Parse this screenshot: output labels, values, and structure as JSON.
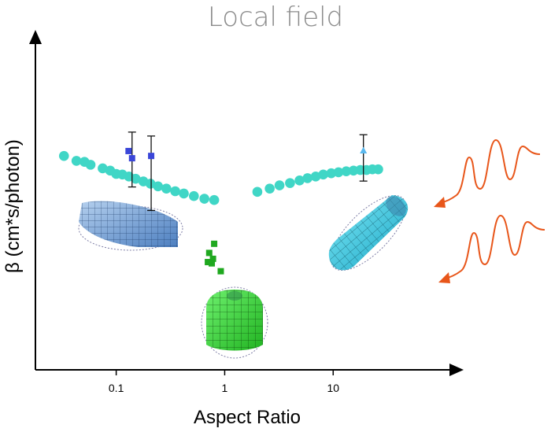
{
  "chart_data": {
    "type": "scatter",
    "title": "Local field",
    "xlabel": "Aspect Ratio",
    "ylabel": "β (cm*s/photon)",
    "x_scale": "log",
    "xlim": [
      0.018,
      120
    ],
    "ylim": [
      0,
      1
    ],
    "x_ticks": [
      0.1,
      1,
      10
    ],
    "x_tick_labels": [
      "0.1",
      "1",
      "10"
    ],
    "show_y_ticks": false,
    "grid": false,
    "colors": {
      "axis": "#000000",
      "title": "#8c8c8c",
      "theory": "#40d6c6",
      "measured_blue": "#3a46d8",
      "measured_green": "#1fa81f",
      "measured_cyan": "#5ab8ee",
      "errorbar": "#111111",
      "light_wave": "#e8561a"
    },
    "series": [
      {
        "kind": "theory",
        "marker": "circle",
        "color": "#40d6c6",
        "points": [
          [
            0.033,
            0.655
          ],
          [
            0.043,
            0.64
          ],
          [
            0.051,
            0.637
          ],
          [
            0.058,
            0.628
          ],
          [
            0.075,
            0.617
          ],
          [
            0.088,
            0.61
          ],
          [
            0.1,
            0.6
          ],
          [
            0.114,
            0.598
          ],
          [
            0.131,
            0.592
          ],
          [
            0.151,
            0.585
          ],
          [
            0.178,
            0.577
          ],
          [
            0.207,
            0.57
          ],
          [
            0.243,
            0.562
          ],
          [
            0.29,
            0.555
          ],
          [
            0.35,
            0.547
          ],
          [
            0.42,
            0.54
          ],
          [
            0.52,
            0.532
          ],
          [
            0.65,
            0.524
          ],
          [
            0.8,
            0.52
          ],
          [
            2.0,
            0.545
          ],
          [
            2.6,
            0.555
          ],
          [
            3.2,
            0.565
          ],
          [
            4.0,
            0.572
          ],
          [
            4.9,
            0.58
          ],
          [
            5.8,
            0.587
          ],
          [
            6.9,
            0.592
          ],
          [
            8.1,
            0.598
          ],
          [
            9.6,
            0.602
          ],
          [
            11.2,
            0.605
          ],
          [
            13.2,
            0.608
          ],
          [
            15.4,
            0.61
          ],
          [
            17.8,
            0.612
          ],
          [
            20.3,
            0.612
          ],
          [
            23.0,
            0.614
          ],
          [
            26.0,
            0.614
          ]
        ]
      },
      {
        "kind": "measured",
        "marker": "square",
        "color": "#3a46d8",
        "points": [
          [
            0.13,
            0.67
          ],
          [
            0.14,
            0.648
          ],
          [
            0.21,
            0.655
          ]
        ],
        "errors": [
          [
            0.14,
            0.56,
            0.728
          ],
          [
            0.21,
            0.488,
            0.716
          ]
        ]
      },
      {
        "kind": "measured",
        "marker": "square",
        "color": "#1fa81f",
        "points": [
          [
            0.8,
            0.386
          ],
          [
            0.72,
            0.358
          ],
          [
            0.78,
            0.34
          ],
          [
            0.7,
            0.33
          ],
          [
            0.76,
            0.326
          ],
          [
            0.92,
            0.302
          ]
        ]
      },
      {
        "kind": "measured",
        "marker": "triangle",
        "color": "#5ab8ee",
        "points": [
          [
            19,
            0.671
          ]
        ],
        "errors": [
          [
            19,
            0.578,
            0.72
          ]
        ]
      }
    ]
  }
}
